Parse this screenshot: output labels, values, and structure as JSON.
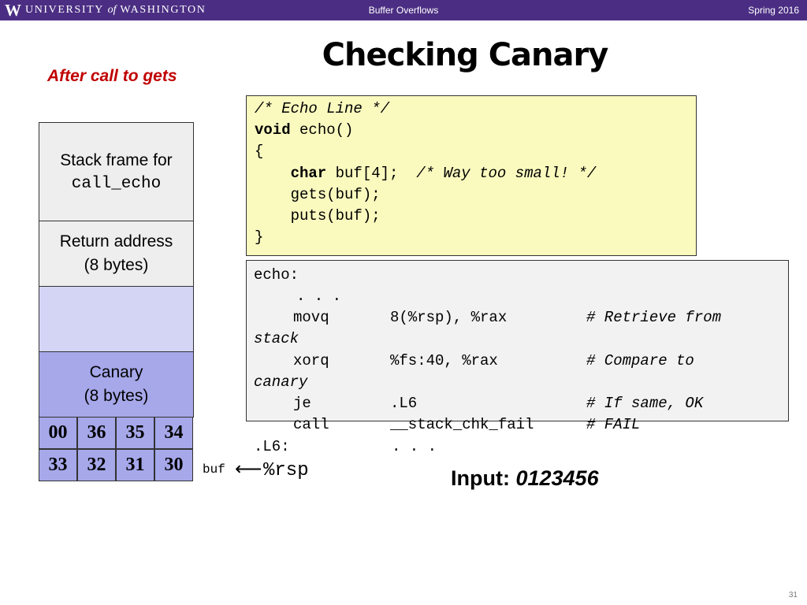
{
  "header": {
    "logo_letter": "W",
    "university_pre": "UNIVERSITY",
    "university_of": "of",
    "university_post": "WASHINGTON",
    "course_title": "Buffer Overflows",
    "term": "Spring 2016"
  },
  "slide": {
    "title": "Checking Canary",
    "subtitle": "After call to gets",
    "page_number": "31"
  },
  "stack": {
    "frame_label_line1": "Stack frame for",
    "frame_label_line2": "call_echo",
    "return_label_line1": "Return address",
    "return_label_line2": "(8 bytes)",
    "canary_label_line1": "Canary",
    "canary_label_line2": "(8 bytes)",
    "row_upper": [
      "00",
      "36",
      "35",
      "34"
    ],
    "row_lower": [
      "33",
      "32",
      "31",
      "30"
    ],
    "buf_label": "buf",
    "arrow": "⟵",
    "rsp_label": "%rsp"
  },
  "c_code": {
    "line1": "/* Echo Line */",
    "line2_kw": "void",
    "line2_rest": " echo()",
    "line3": "{",
    "line4_indent": "    ",
    "line4_kw": "char",
    "line4_rest": " buf[4];  ",
    "line4_comment": "/* Way too small! */",
    "line5": "    gets(buf);",
    "line6": "    puts(buf);",
    "line7": "}"
  },
  "asm_code": {
    "label_echo": "echo:",
    "dots1": ". . .",
    "movq_op": "movq",
    "movq_args": "8(%rsp), %rax",
    "movq_comment": "# Retrieve from",
    "movq_wrap": "stack",
    "xorq_op": "xorq",
    "xorq_args": "%fs:40, %rax",
    "xorq_comment": "# Compare to",
    "xorq_wrap": "canary",
    "je_op": "je",
    "je_args": ".L6",
    "je_comment": "# If same, OK",
    "call_op": "call",
    "call_args": "__stack_chk_fail",
    "call_comment": "# FAIL",
    "label_l6": ".L6:",
    "dots2": ". . ."
  },
  "input": {
    "label": "Input: ",
    "value": "0123456"
  }
}
